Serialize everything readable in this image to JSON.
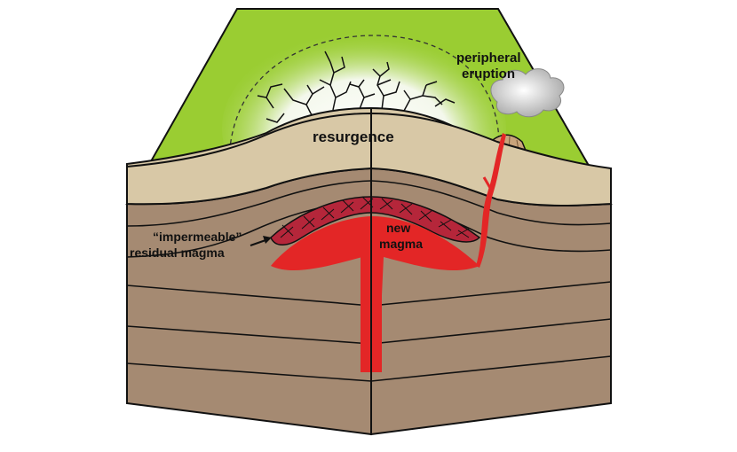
{
  "labels": {
    "peripheral_line1": "peripheral",
    "peripheral_line2": "eruption",
    "resurgence": "resurgence",
    "impermeable_line1": "“impermeable”",
    "impermeable_line2": "residual magma",
    "new_magma_line1": "new",
    "new_magma_line2": "magma"
  },
  "colors": {
    "ground_green": "#9acd32",
    "crust_tan": "#d8c8a6",
    "rock_brown": "#a58a72",
    "magma_red": "#e32626",
    "residual_magma": "#b5263a",
    "outline": "#111111"
  }
}
